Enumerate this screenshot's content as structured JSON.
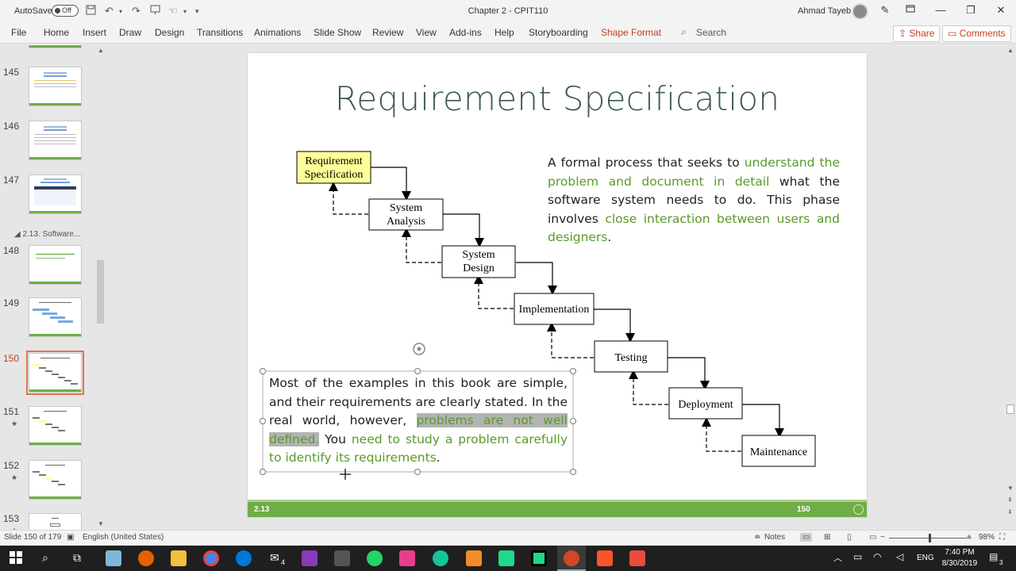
{
  "titlebar": {
    "autosave_label": "AutoSave",
    "autosave_state": "Off",
    "doc_title": "Chapter 2 - CPIT110",
    "user_name": "Ahmad Tayeb"
  },
  "ribbon": {
    "tabs": [
      "File",
      "Home",
      "Insert",
      "Draw",
      "Design",
      "Transitions",
      "Animations",
      "Slide Show",
      "Review",
      "View",
      "Add-ins",
      "Help",
      "Storyboarding",
      "Shape Format"
    ],
    "search_placeholder": "Search",
    "share_label": "Share",
    "comments_label": "Comments",
    "accent_color": "#c43e1c"
  },
  "thumbnails": {
    "slides": [
      {
        "num": "145",
        "star": false
      },
      {
        "num": "146",
        "star": false
      },
      {
        "num": "147",
        "star": false
      },
      {
        "num": "148",
        "star": false
      },
      {
        "num": "149",
        "star": false
      },
      {
        "num": "150",
        "star": false
      },
      {
        "num": "151",
        "star": true
      },
      {
        "num": "152",
        "star": true
      },
      {
        "num": "153",
        "star": true
      }
    ],
    "section_label": "2.13. Software...",
    "active_slide": "150"
  },
  "slide": {
    "title": "Requirement Specification",
    "para_right": {
      "p1": "A formal process that seeks to ",
      "g1": "understand the problem and document in detail",
      "p2": " what the software system needs to do. This phase involves ",
      "g2": "close interaction between users and designers",
      "p3": "."
    },
    "para_left": {
      "p1": "Most of the examples in this book are simple, and their requirements are clearly stated. In the real world, however, ",
      "h1": "problems are not well defined.",
      "p2": " You ",
      "g1": "need to study a problem carefully to identify its requirements",
      "p3": "."
    },
    "diagram_steps": [
      "Requirement Specification",
      "System Analysis",
      "System Design",
      "Implementation",
      "Testing",
      "Deployment",
      "Maintenance"
    ],
    "footer_left": "2.13",
    "footer_right": "150",
    "highlight_color": "#ffff99",
    "green_color": "#5a9a28"
  },
  "status": {
    "slide_info": "Slide 150 of 179",
    "language": "English (United States)",
    "notes_label": "Notes",
    "zoom": "98%"
  },
  "taskbar": {
    "time": "7:40 PM",
    "date": "8/30/2019",
    "lang": "ENG",
    "notif_badge": "3",
    "mail_badge": "4"
  }
}
